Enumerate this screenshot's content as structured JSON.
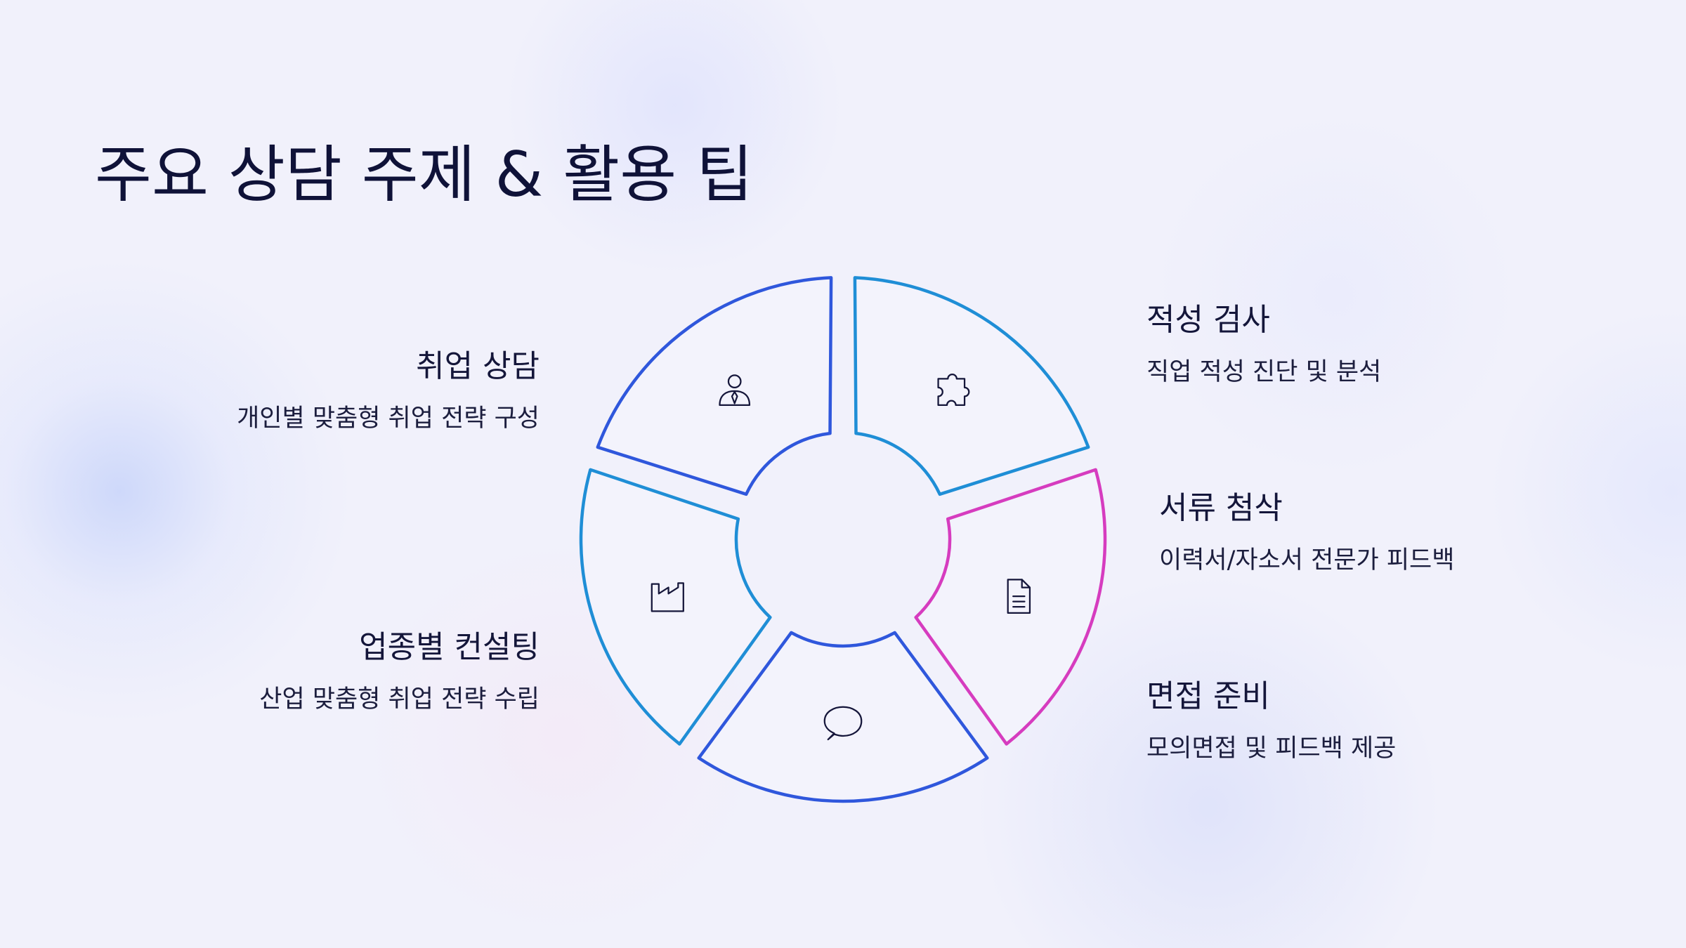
{
  "title": "주요 상담 주제 & 활용 팁",
  "colors": {
    "blue": "#2f57dc",
    "cyan": "#1f8ed6",
    "magenta": "#d63cbf",
    "text": "#14163a",
    "background": "#f1f1fb"
  },
  "segments": [
    {
      "id": "employment",
      "icon": "person-tie-icon",
      "color": "#2f57dc",
      "title": "취업 상담",
      "desc": "개인별 맞춤형 취업 전략 구성"
    },
    {
      "id": "aptitude",
      "icon": "puzzle-icon",
      "color": "#1f8ed6",
      "title": "적성 검사",
      "desc": "직업 적성 진단 및 분석"
    },
    {
      "id": "documents",
      "icon": "document-icon",
      "color": "#d63cbf",
      "title": "서류 첨삭",
      "desc": "이력서/자소서 전문가 피드백"
    },
    {
      "id": "interview",
      "icon": "speech-bubble-icon",
      "color": "#2f57dc",
      "title": "면접 준비",
      "desc": "모의면접 및 피드백 제공"
    },
    {
      "id": "industry",
      "icon": "factory-icon",
      "color": "#1f8ed6",
      "title": "업종별 컨설팅",
      "desc": "산업 맞춤형 취업 전략 수립"
    }
  ]
}
